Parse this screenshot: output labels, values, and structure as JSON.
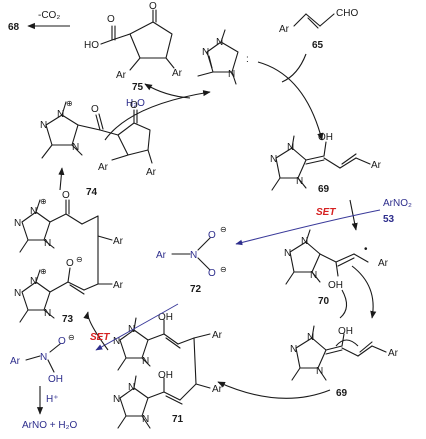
{
  "labels": {
    "co2": "-CO₂",
    "n68": "68",
    "cpd75": {
      "HO": "HO",
      "O1": "O",
      "O2": "O",
      "Ar1": "Ar",
      "Ar2": "Ar",
      "num": "75"
    },
    "h2o_top": "H₂O",
    "carbene": {
      "N1": "N",
      "N2": "N",
      "N3": "N",
      "colon": ":"
    },
    "cpd65": {
      "Ar": "Ar",
      "CHO": "CHO",
      "num": "65"
    },
    "cpd74": {
      "N1": "N",
      "N2": "N",
      "N3": "N",
      "O1": "O",
      "O2": "O",
      "Ar1": "Ar",
      "Ar2": "Ar",
      "plus": "⊕",
      "num": "74"
    },
    "cpd69a": {
      "OH": "OH",
      "N1": "N",
      "N2": "N",
      "N3": "N",
      "Ar": "Ar",
      "num": "69"
    },
    "set1": "SET",
    "arno2": "ArNO₂",
    "n53": "53",
    "cpd72": {
      "Ar": "Ar",
      "N": "N",
      "O1": "O",
      "O2": "O",
      "num": "72",
      "minus1": "⊖",
      "minus2": "⊖"
    },
    "cpd73": {
      "N1": "N",
      "N2": "N",
      "N3": "N",
      "N4": "N",
      "N5": "N",
      "N6": "N",
      "O1": "O",
      "O2": "O",
      "Ar1": "Ar",
      "Ar2": "Ar",
      "plus1": "⊕",
      "plus2": "⊕",
      "minus": "⊖",
      "num": "73"
    },
    "cpd70": {
      "OH": "OH",
      "N1": "N",
      "N2": "N",
      "N3": "N",
      "Ar": "Ar",
      "dot": "•",
      "num": "70"
    },
    "set2": "SET",
    "hydroxyl": {
      "Ar": "Ar",
      "N": "N",
      "O": "O",
      "OH": "OH",
      "minus": "⊖"
    },
    "hplus": "H⁺",
    "final": "ArNO + H₂O",
    "cpd71": {
      "OH1": "OH",
      "OH2": "OH",
      "N1": "N",
      "N2": "N",
      "N3": "N",
      "N4": "N",
      "N5": "N",
      "N6": "N",
      "Ar1": "Ar",
      "Ar2": "Ar",
      "num": "71"
    },
    "cpd69b": {
      "OH": "OH",
      "N1": "N",
      "N2": "N",
      "N3": "N",
      "Ar": "Ar",
      "num": "69"
    }
  }
}
